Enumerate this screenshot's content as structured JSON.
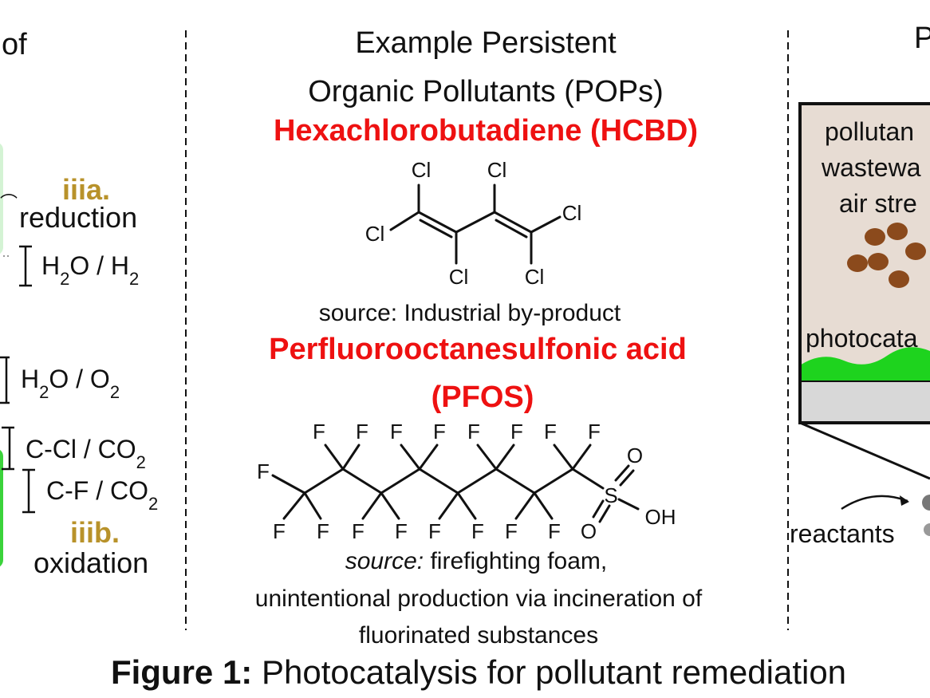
{
  "left_panel": {
    "title_fragment": "of",
    "reduction_number": "iiia.",
    "reduction_label": "reduction",
    "oxidation_number": "iiib.",
    "oxidation_label": "oxidation",
    "pairs": [
      {
        "main": "H",
        "sub": "2",
        "main2": "O / H",
        "sub2": "2"
      },
      {
        "main": "H",
        "sub": "2",
        "main2": "O / O",
        "sub2": "2"
      },
      {
        "main": "C-Cl / CO",
        "sub": "2",
        "main2": "",
        "sub2": ""
      },
      {
        "main": "C-F / CO",
        "sub": "2",
        "main2": "",
        "sub2": ""
      }
    ]
  },
  "center_panel": {
    "title_line1": "Example Persistent",
    "title_line2": "Organic Pollutants (POPs)",
    "compound1": {
      "name": "Hexachlorobutadiene (HCBD)",
      "source": "source: Industrial by-product",
      "atom": "Cl"
    },
    "compound2": {
      "name_line1": "Perfluorooctanesulfonic acid",
      "name_line2": "(PFOS)",
      "source_prefix": "source:",
      "source_rest": " firefighting foam,",
      "source_line2": "unintentional production via incineration of",
      "source_line3": "fluorinated substances",
      "atom_f": "F",
      "atom_s": "S",
      "atom_o": "O",
      "atom_oh": "OH"
    }
  },
  "right_panel": {
    "title_fragment": "P",
    "text_line1": "pollutan",
    "text_line2": "wastewa",
    "text_line3": "air stre",
    "photocatalyst_label": "photocata",
    "reactants_label": "reactants",
    "colors": {
      "box_bg": "#e7dcd3",
      "particle": "#8b4a1c",
      "catalyst": "#1ed31e",
      "substrate": "#d8d8d8"
    }
  },
  "caption": {
    "bold": "Figure 1:",
    "rest": " Photocatalysis for pollutant remediation"
  }
}
